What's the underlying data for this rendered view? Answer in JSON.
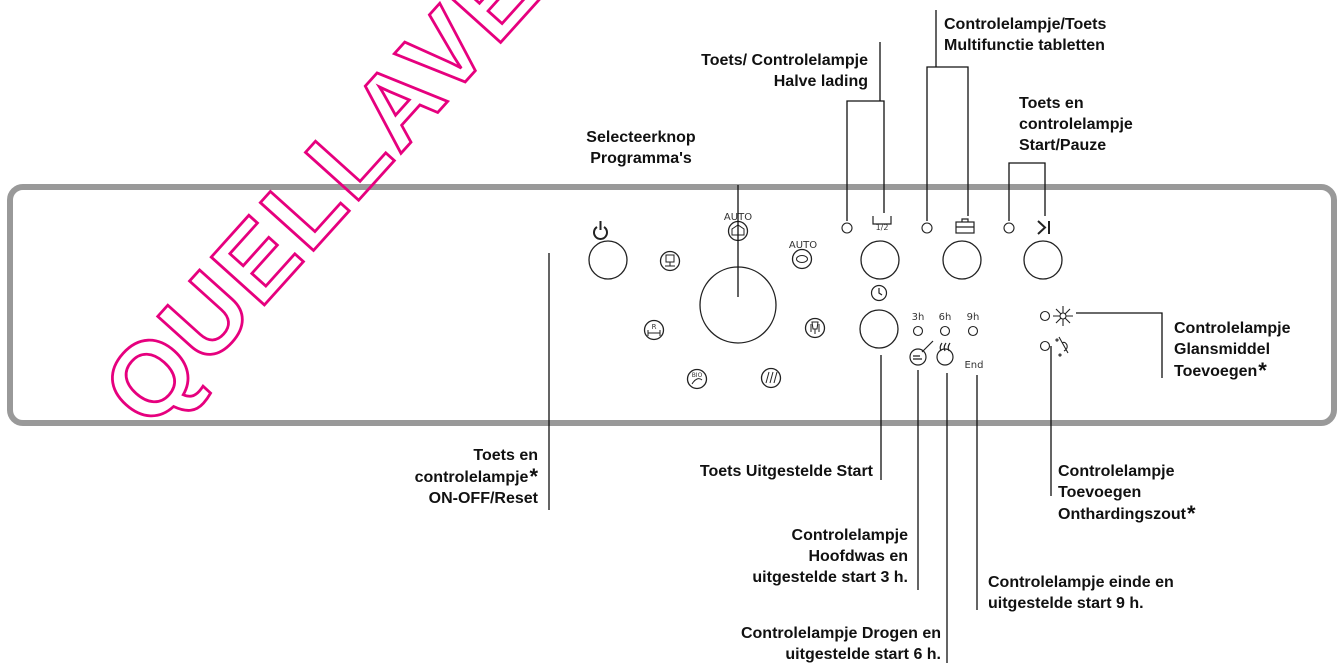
{
  "watermark": "QUELLAVEVA",
  "labels": {
    "multifunctie": [
      "Controlelampje/Toets",
      "Multifunctie tabletten"
    ],
    "halve_lading": [
      "Toets/ Controlelampje",
      "Halve lading"
    ],
    "start_pauze": [
      "Toets en",
      "controlelampje",
      "Start/Pauze"
    ],
    "selecteerknop": [
      "Selecteerknop",
      "Programma's"
    ],
    "glansmiddel": [
      "Controlelampje",
      "Glansmiddel",
      "Toevoegen"
    ],
    "on_off": [
      "Toets en",
      "controlelampje",
      "ON-OFF/Reset"
    ],
    "uitgestelde_start": "Toets Uitgestelde Start",
    "onthardingszout": [
      "Controlelampje",
      "Toevoegen",
      "Onthardingszout"
    ],
    "hoofdwas": [
      "Controlelampje",
      "Hoofdwas en",
      "uitgestelde start 3 h."
    ],
    "einde": [
      "Controlelampje einde en",
      "uitgestelde start 9 h."
    ],
    "drogen": [
      "Controlelampje Drogen en",
      "uitgestelde start 6 h."
    ],
    "asterisk": "*"
  },
  "panel": {
    "auto_label": "AUTO",
    "half_label": "1/2",
    "delay_hours": [
      "3h",
      "6h",
      "9h"
    ],
    "end_label": "End",
    "bio_label": "BIO",
    "rinse_label": "R"
  },
  "colors": {
    "watermark": "#e6007e",
    "panel_border": "#999999"
  }
}
